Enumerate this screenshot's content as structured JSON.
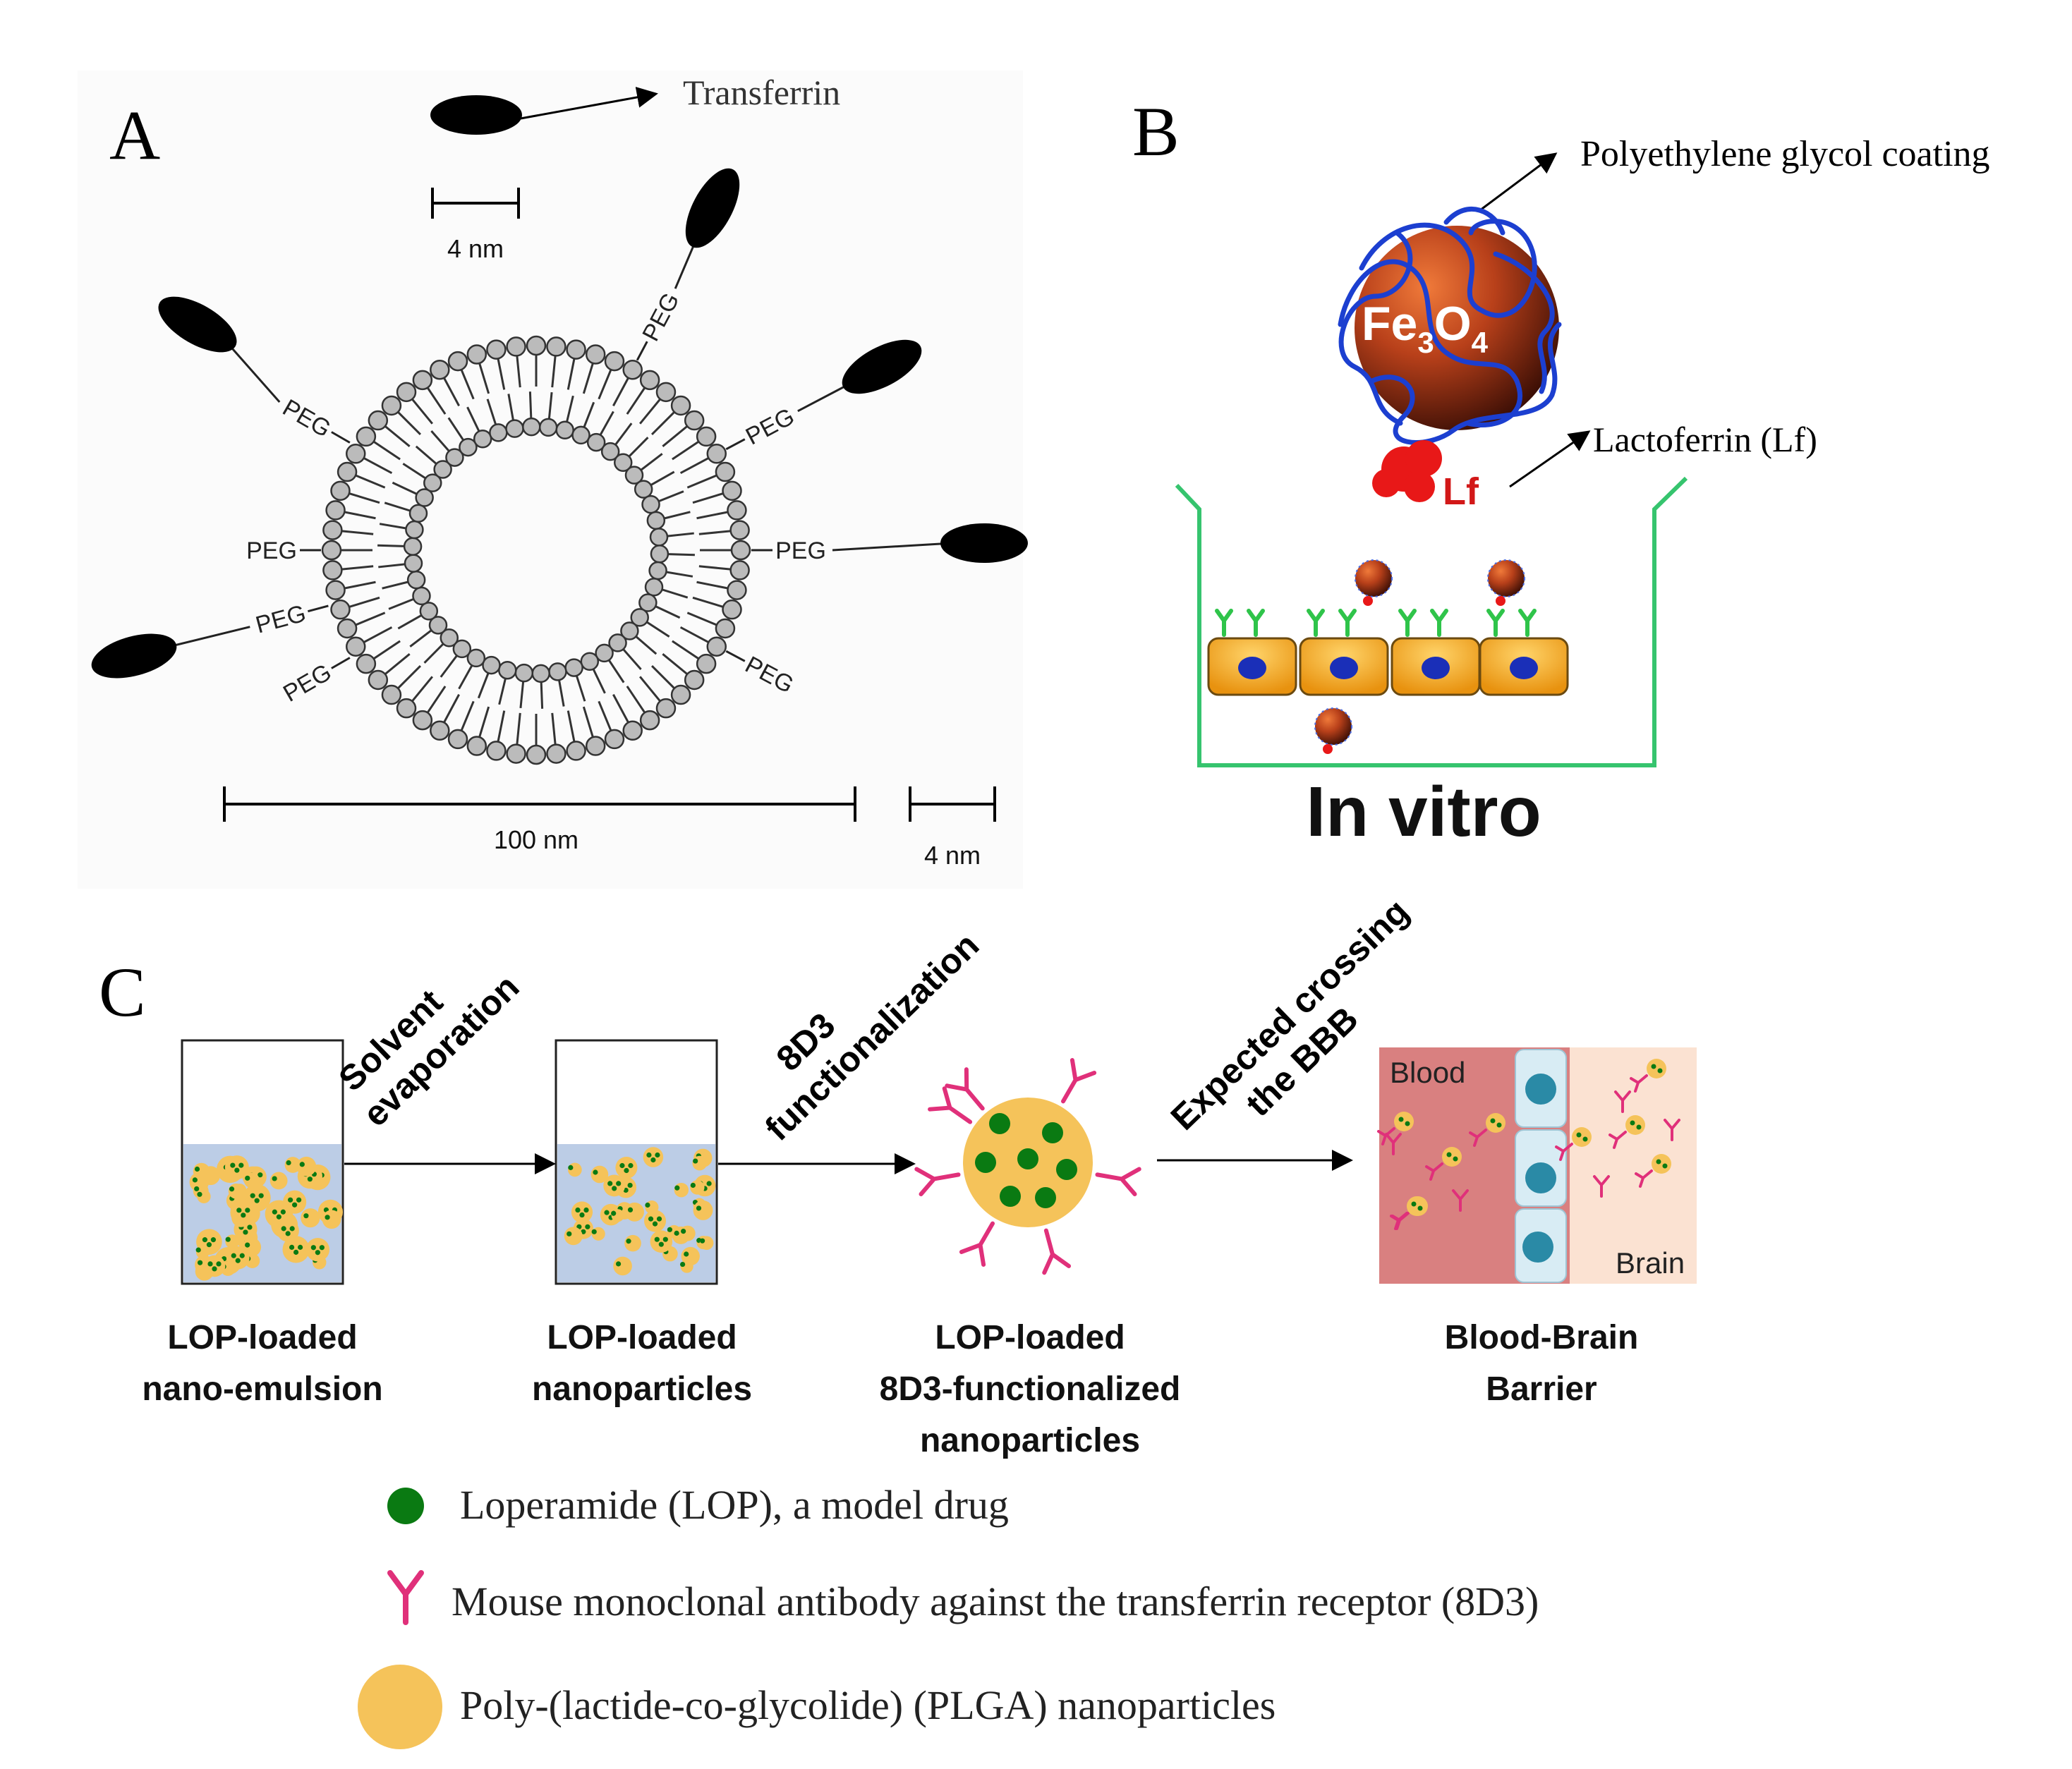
{
  "panel_a": {
    "letter": "A",
    "ligand_label": "Transferrin",
    "scale_small_top": "4 nm",
    "scale_large": "100 nm",
    "scale_small_bottom": "4 nm",
    "peg_label": "PEG"
  },
  "panel_b": {
    "letter": "B",
    "coating_label": "Polyethylene glycol coating",
    "core_label": "Fe",
    "core_sub1": "3",
    "core_mid": "O",
    "core_sub2": "4",
    "lf_short": "Lf",
    "lf_label": "Lactoferrin (Lf)",
    "caption": "In vitro"
  },
  "panel_c": {
    "letter": "C",
    "step1_arrow_line1": "Solvent",
    "step1_arrow_line2": "evaporation",
    "step2_arrow_line1": "8D3",
    "step2_arrow_line2": "functionalization",
    "step3_arrow_line1": "Expected crossing",
    "step3_arrow_line2": "the BBB",
    "stage1_line1": "LOP-loaded",
    "stage1_line2": "nano-emulsion",
    "stage2_line1": "LOP-loaded",
    "stage2_line2": "nanoparticles",
    "stage3_line1": "LOP-loaded",
    "stage3_line2": "8D3-functionalized",
    "stage3_line3": "nanoparticles",
    "stage4_line1": "Blood-Brain",
    "stage4_line2": "Barrier",
    "blood_label": "Blood",
    "brain_label": "Brain"
  },
  "legend": {
    "items": [
      {
        "label": "Loperamide (LOP), a model drug",
        "color": "#0a7a12",
        "icon": "green-dot"
      },
      {
        "label": "Mouse monoclonal antibody against the transferrin receptor (8D3)",
        "color": "#e0307a",
        "icon": "antibody-y"
      },
      {
        "label": "Poly-(lactide-co-glycolide) (PLGA)  nanoparticles",
        "color": "#f5c35a",
        "icon": "orange-circle"
      }
    ]
  },
  "colors": {
    "drug_green": "#0a7a12",
    "antibody_pink": "#e0307a",
    "plga_orange": "#f5c35a",
    "well_green": "#36c46e",
    "peg_blue": "#1c3fd0",
    "cell_orange": "#f2a618",
    "nucleus_blue": "#1a2fb8",
    "blood_red": "#d98080",
    "brain_beige": "#fbe2d2",
    "liquid_blue": "#bccde6"
  }
}
